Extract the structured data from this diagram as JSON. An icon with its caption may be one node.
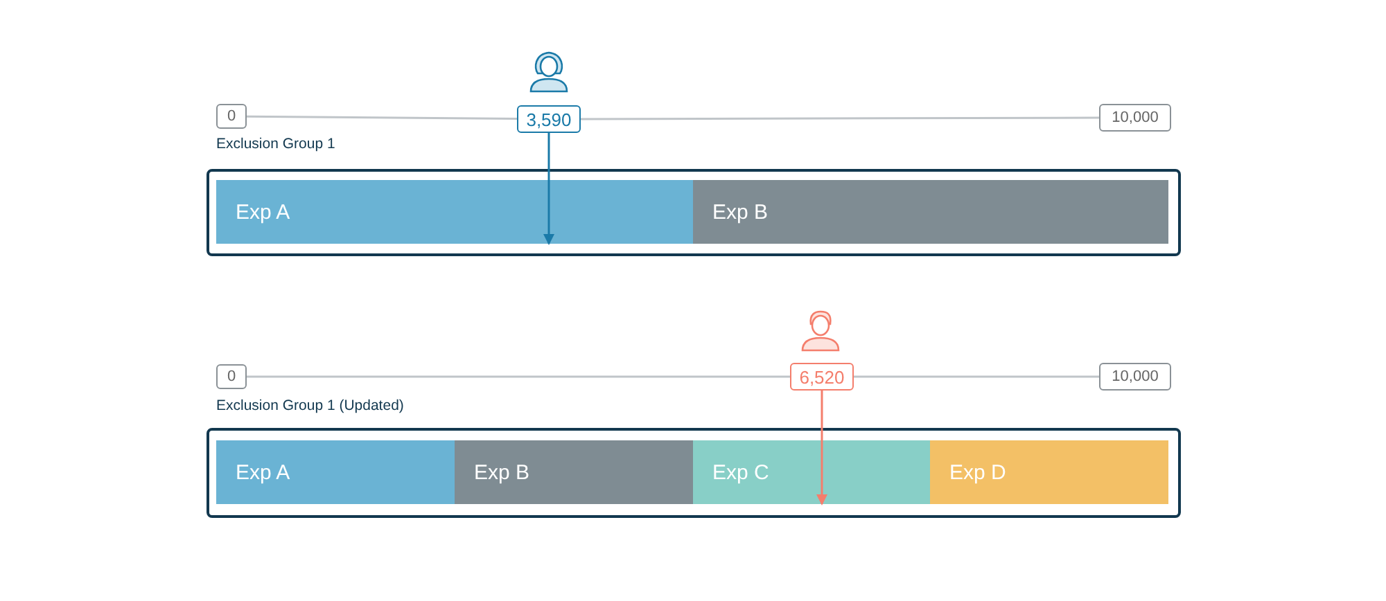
{
  "diagram": {
    "nodes": [
      {
        "text": [
          "0"
        ]
      },
      {
        "text": [],
        "shape": "person"
      },
      {
        "text": [
          "3,590"
        ]
      },
      {
        "text": [
          "10,000"
        ]
      },
      {
        "text": [
          "Exclusion Group 1"
        ]
      },
      {
        "text": [
          "Exp A"
        ],
        "in": 4
      },
      {
        "text": [
          "Exp B"
        ],
        "in": 4
      },
      {
        "text": [
          "0"
        ]
      },
      {
        "text": [],
        "shape": "person"
      },
      {
        "text": [
          "6,520"
        ]
      },
      {
        "text": [
          "10,000"
        ]
      },
      {
        "text": [
          "Exclusion Group 1 (Updated)"
        ]
      },
      {
        "text": [
          "Exp A"
        ],
        "in": 11
      },
      {
        "text": [
          "Exp B"
        ],
        "in": 11
      },
      {
        "text": [
          "Exp C"
        ],
        "in": 11
      },
      {
        "text": [
          "Exp D"
        ],
        "in": 11
      }
    ],
    "edges": [
      {
        "from": 0,
        "to": 2,
        "arrow": "none"
      },
      {
        "from": 2,
        "to": 3,
        "arrow": "none"
      },
      {
        "from": 2,
        "to": 5,
        "arrow": "to",
        "color": "#1a7aa8"
      },
      {
        "from": 7,
        "to": 9,
        "arrow": "none"
      },
      {
        "from": 9,
        "to": 10,
        "arrow": "none"
      },
      {
        "from": 9,
        "to": 14,
        "arrow": "to",
        "color": "#f47e6c"
      }
    ]
  }
}
